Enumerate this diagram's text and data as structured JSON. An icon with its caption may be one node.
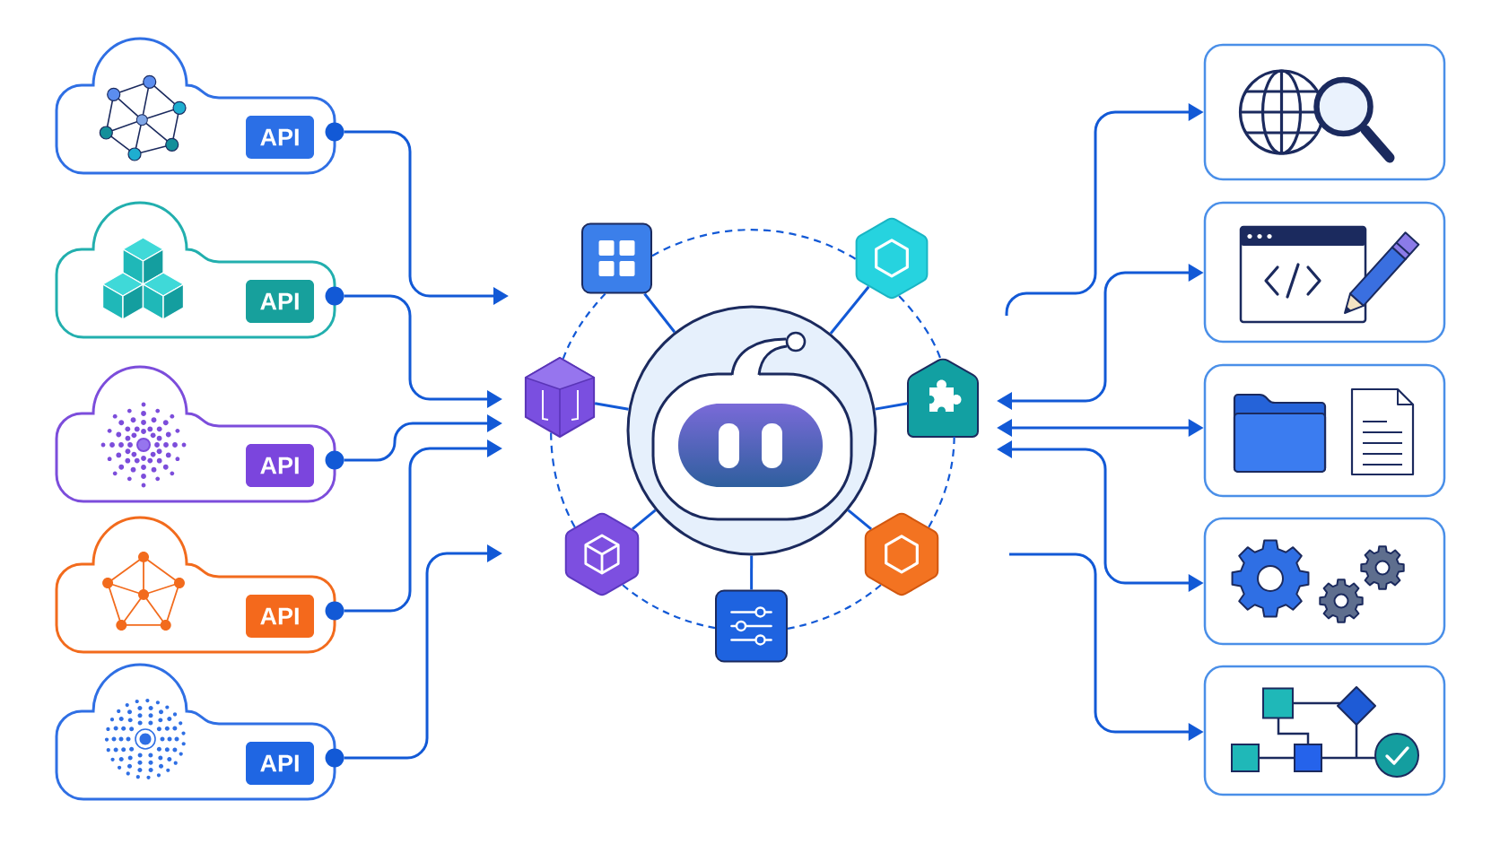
{
  "diagram": {
    "nodes": [
      {
        "text": [
          "API"
        ]
      },
      {
        "text": [
          "API"
        ]
      },
      {
        "text": [
          "API"
        ]
      },
      {
        "text": [
          "API"
        ]
      },
      {
        "text": [
          "API"
        ]
      },
      {
        "text": [],
        "shape": "circle"
      },
      {
        "text": [],
        "shape": "box"
      },
      {
        "text": [],
        "shape": "hexagon"
      },
      {
        "text": [],
        "shape": "cube"
      },
      {
        "text": [],
        "shape": "pentagon"
      },
      {
        "text": [],
        "shape": "hexagon"
      },
      {
        "text": [],
        "shape": "hexagon"
      },
      {
        "text": [],
        "shape": "box"
      },
      {
        "text": [],
        "shape": "box"
      },
      {
        "text": [],
        "shape": "box"
      },
      {
        "text": [],
        "shape": "box"
      },
      {
        "text": [],
        "shape": "box"
      },
      {
        "text": [],
        "shape": "box"
      }
    ],
    "edges": [
      {
        "from": 0,
        "to": null,
        "arrow": "to"
      },
      {
        "from": 1,
        "to": null,
        "arrow": "to"
      },
      {
        "from": 2,
        "to": null,
        "arrow": "to"
      },
      {
        "from": 3,
        "to": null,
        "arrow": "to"
      },
      {
        "from": 4,
        "to": null,
        "arrow": "to"
      },
      {
        "from": null,
        "to": 13,
        "arrow": "to"
      },
      {
        "from": null,
        "to": 14,
        "arrow": "both"
      },
      {
        "from": null,
        "to": 15,
        "arrow": "both"
      },
      {
        "from": null,
        "to": 16,
        "arrow": "both"
      },
      {
        "from": null,
        "to": 17,
        "arrow": "to"
      },
      {
        "from": 5,
        "to": 6,
        "arrow": "none"
      },
      {
        "from": 5,
        "to": 7,
        "arrow": "none"
      },
      {
        "from": 5,
        "to": 8,
        "arrow": "none"
      },
      {
        "from": 5,
        "to": 9,
        "arrow": "none"
      },
      {
        "from": 5,
        "to": 10,
        "arrow": "none"
      },
      {
        "from": 5,
        "to": 11,
        "arrow": "none"
      },
      {
        "from": 5,
        "to": 12,
        "arrow": "none"
      },
      {
        "from": 6,
        "to": 7,
        "arrow": "none",
        "style": "dashed"
      },
      {
        "from": 7,
        "to": 9,
        "arrow": "none",
        "style": "dashed"
      },
      {
        "from": 9,
        "to": 11,
        "arrow": "none",
        "style": "dashed"
      },
      {
        "from": 11,
        "to": 12,
        "arrow": "none",
        "style": "dashed"
      },
      {
        "from": 12,
        "to": 10,
        "arrow": "none",
        "style": "dashed"
      },
      {
        "from": 10,
        "to": 8,
        "arrow": "none",
        "style": "dashed"
      },
      {
        "from": 8,
        "to": 6,
        "arrow": "none",
        "style": "dashed"
      }
    ]
  }
}
